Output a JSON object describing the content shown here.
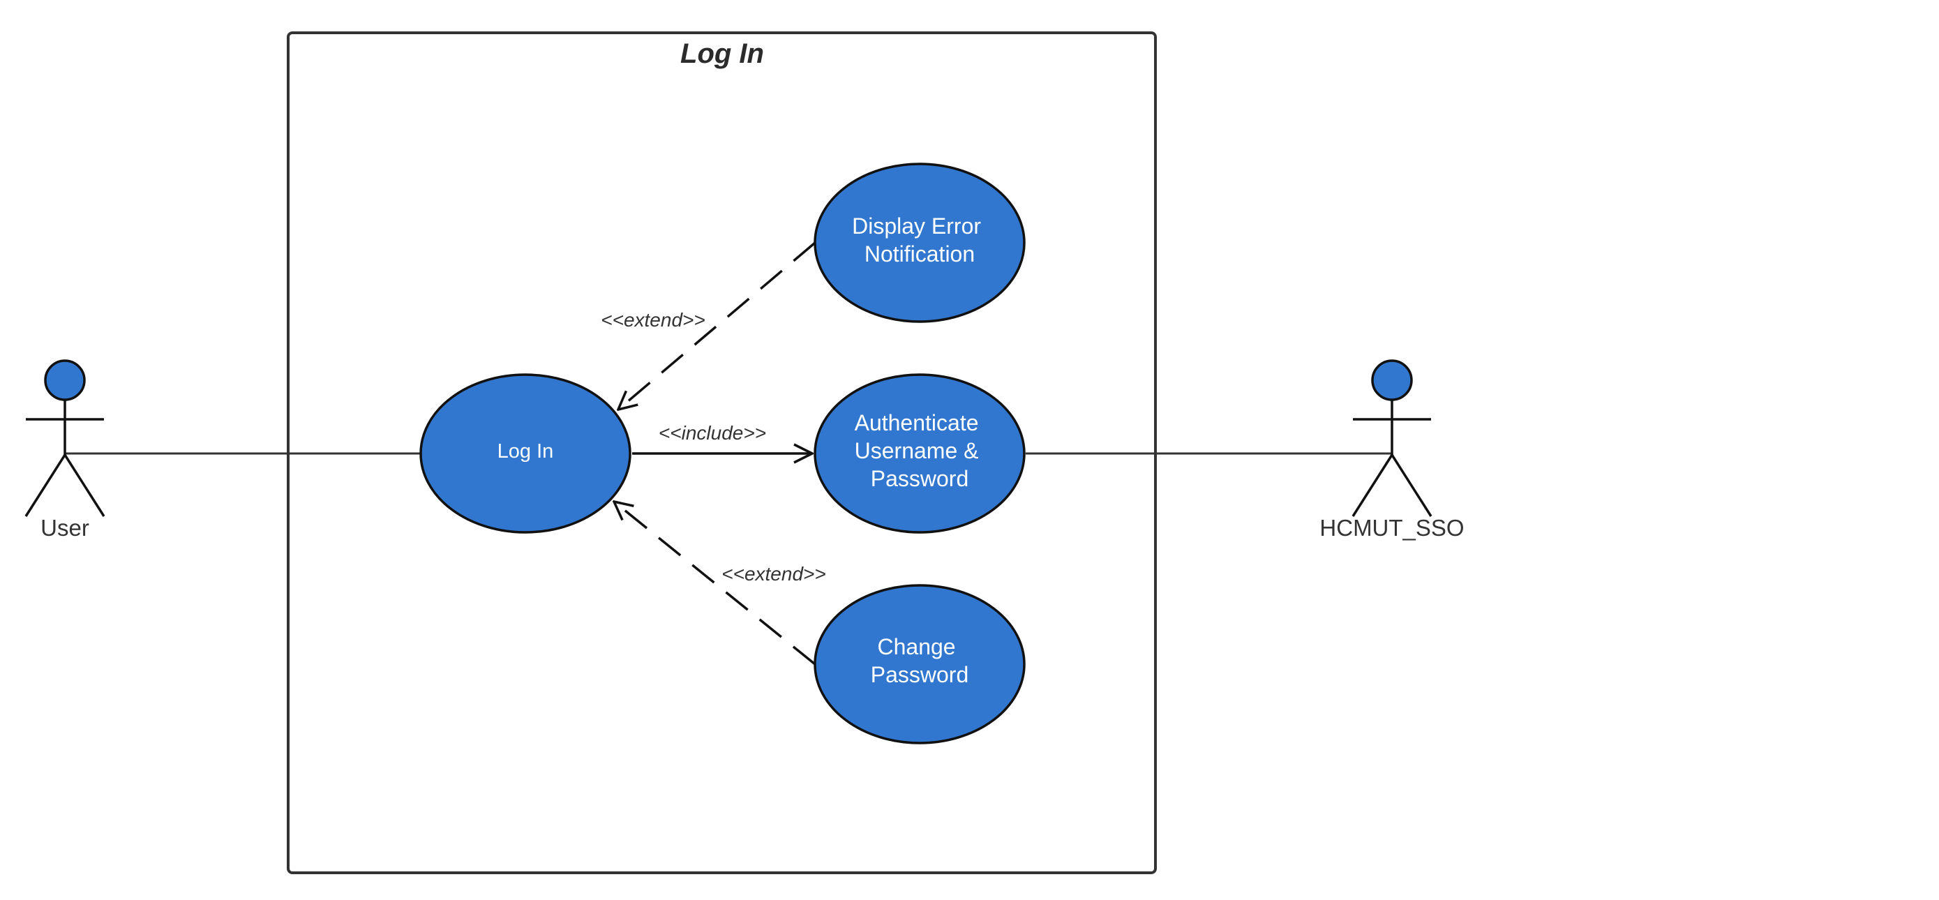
{
  "colors": {
    "usecase_fill": "#3277cf",
    "outline": "#111111",
    "system_border": "#333333",
    "label_text": "#333333"
  },
  "system": {
    "title": "Log In"
  },
  "actors": {
    "user": {
      "label": "User"
    },
    "sso": {
      "label": "HCMUT_SSO"
    }
  },
  "use_cases": {
    "login": {
      "label": "Log In"
    },
    "display_error": {
      "line1": "Display Error",
      "line2": "Notification"
    },
    "authenticate": {
      "line1": "Authenticate",
      "line2": "Username &",
      "line3": "Password"
    },
    "change_password": {
      "line1": "Change",
      "line2": "Password"
    }
  },
  "relationships": {
    "extend_error": "<<extend>>",
    "include_auth": "<<include>>",
    "extend_change": "<<extend>>"
  }
}
